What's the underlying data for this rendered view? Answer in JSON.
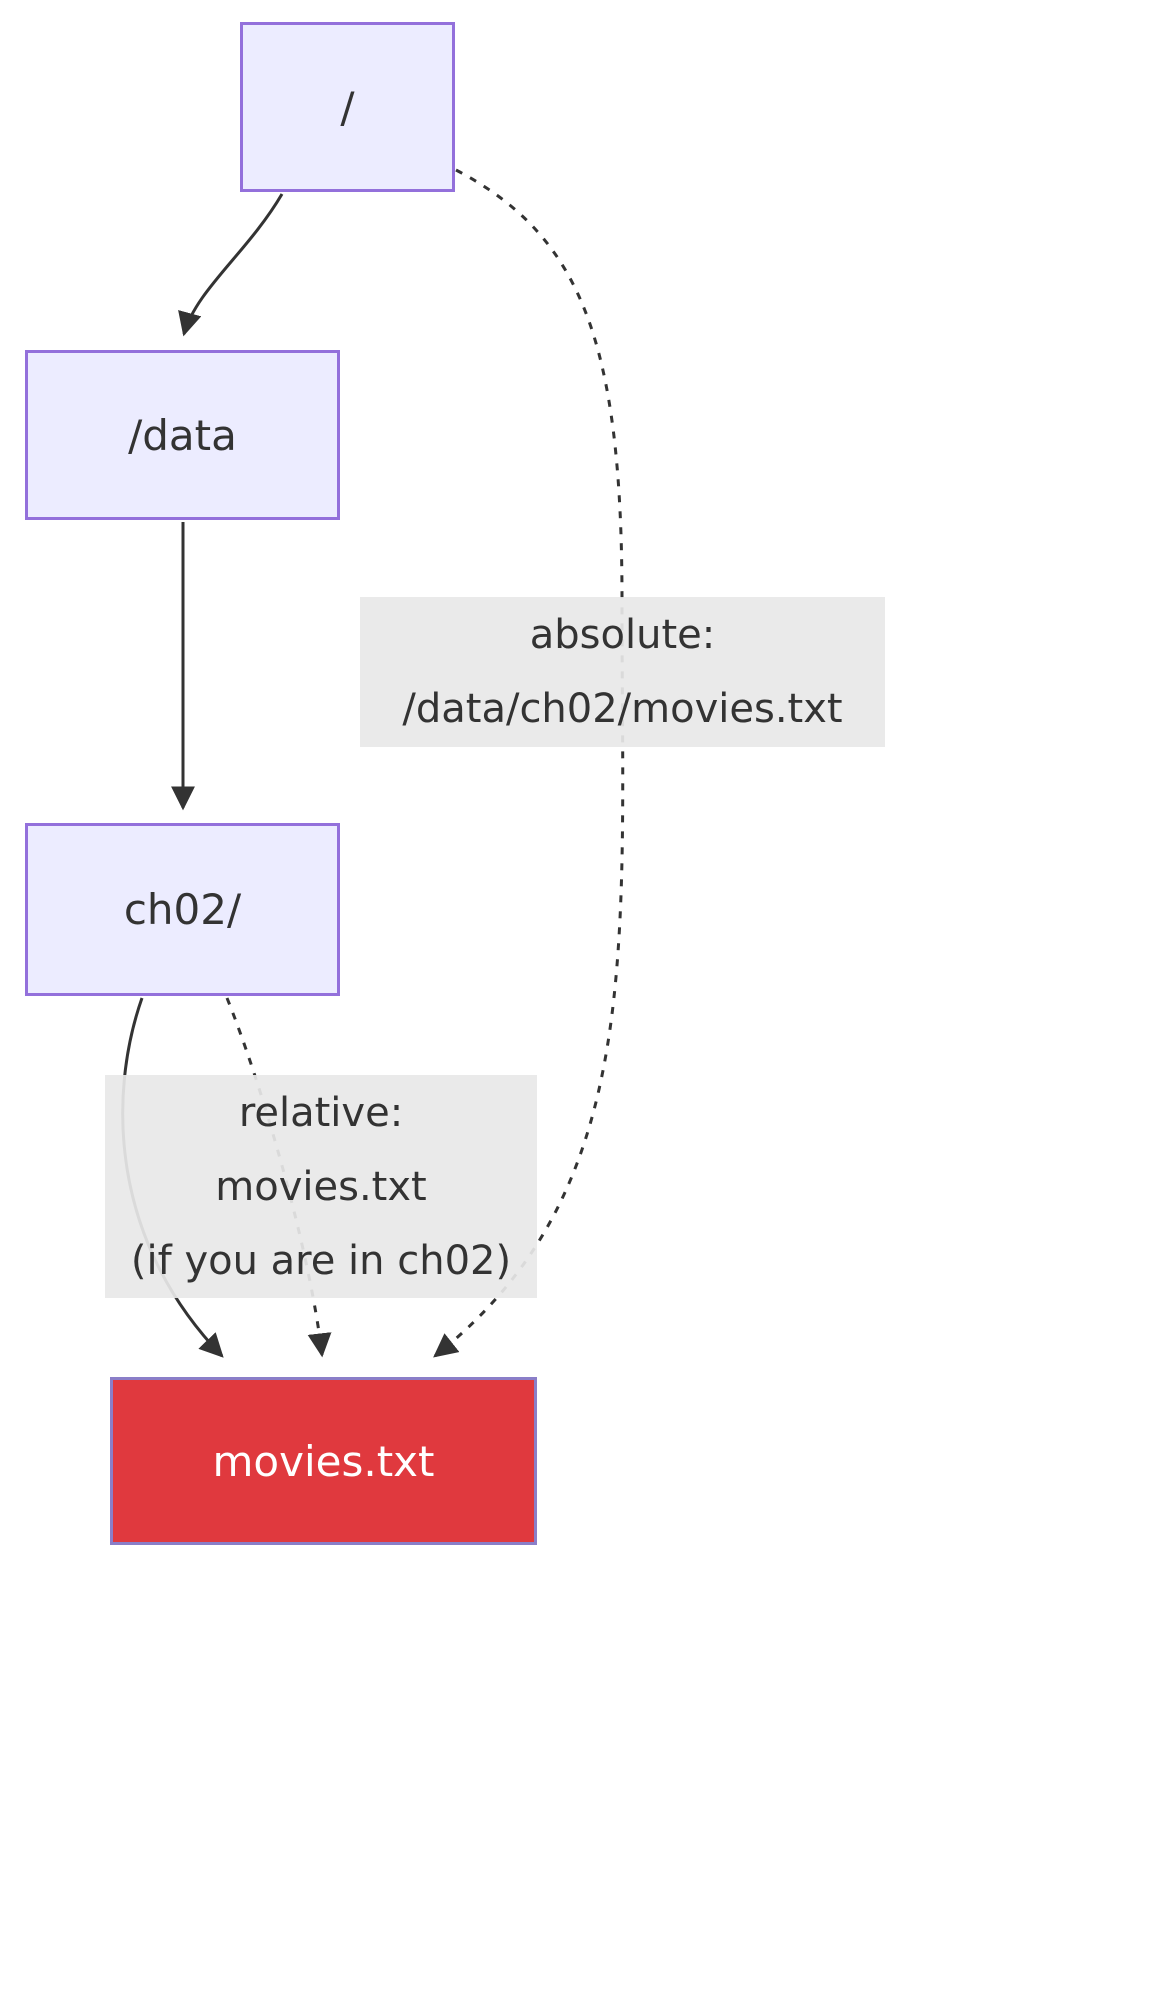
{
  "diagram": {
    "type": "flowchart",
    "nodes": {
      "root": {
        "label": "/"
      },
      "data": {
        "label": "/data"
      },
      "ch02": {
        "label": "ch02/"
      },
      "movies": {
        "label": "movies.txt"
      }
    },
    "edges": [
      {
        "from": "root",
        "to": "data",
        "style": "solid"
      },
      {
        "from": "data",
        "to": "ch02",
        "style": "solid"
      },
      {
        "from": "ch02",
        "to": "movies",
        "style": "solid"
      },
      {
        "from": "ch02",
        "to": "movies",
        "style": "dotted",
        "label": "relative: movies.txt (if you are in ch02)"
      },
      {
        "from": "root",
        "to": "movies",
        "style": "dotted",
        "label": "absolute: /data/ch02/movies.txt"
      }
    ],
    "edge_labels": {
      "absolute": {
        "lines": [
          "absolute:",
          "/data/ch02/movies.txt"
        ]
      },
      "relative": {
        "lines": [
          "relative:",
          "movies.txt",
          "(if you are in ch02)"
        ]
      }
    },
    "colors": {
      "node_fill": "#ECECFF",
      "node_border": "#9370DB",
      "file_node_fill": "#E0393E",
      "file_node_text": "#FFFFFF",
      "edge_stroke": "#333333",
      "label_background": "#E8E8E8",
      "text": "#333333"
    }
  }
}
